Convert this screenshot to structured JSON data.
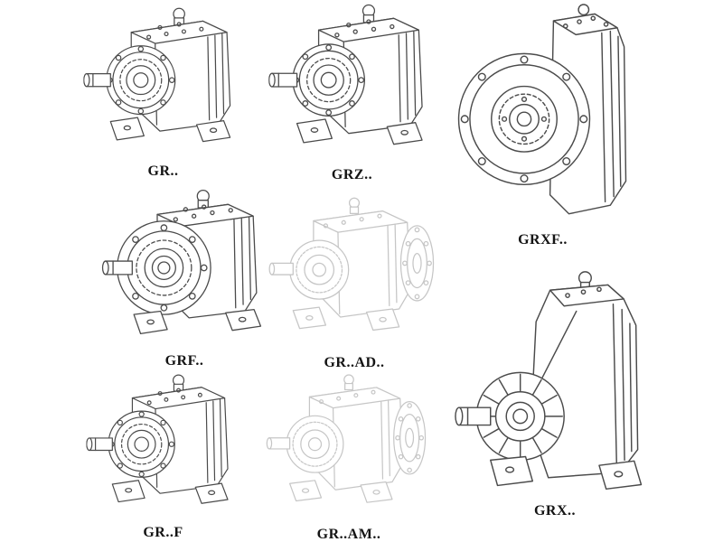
{
  "page": {
    "background": "#ffffff"
  },
  "colors": {
    "line": "#4b4b4b",
    "ghost_line": "#c6c6c6",
    "label": "#141414"
  },
  "figures": [
    {
      "id": "gr",
      "label": "GR..",
      "variant": "foot-mounted-helical-gearbox",
      "ghost": false
    },
    {
      "id": "grz",
      "label": "GRZ..",
      "variant": "foot-mounted-helical-gearbox",
      "ghost": false
    },
    {
      "id": "grxf",
      "label": "GRXF..",
      "variant": "flange-mounted-gearbox-front-flange",
      "ghost": false
    },
    {
      "id": "grf",
      "label": "GRF..",
      "variant": "flange-and-foot-mounted-gearbox",
      "ghost": false
    },
    {
      "id": "grad",
      "label": "GR..AD..",
      "variant": "gearbox-with-input-shaft-adapter",
      "ghost": true
    },
    {
      "id": "grff",
      "label": "GR..F",
      "variant": "foot-mounted-helical-gearbox",
      "ghost": false
    },
    {
      "id": "gram",
      "label": "GR..AM..",
      "variant": "gearbox-with-motor-adapter-flange",
      "ghost": true
    },
    {
      "id": "grx",
      "label": "GRX..",
      "variant": "large-foot-mounted-gearbox",
      "ghost": false
    }
  ]
}
